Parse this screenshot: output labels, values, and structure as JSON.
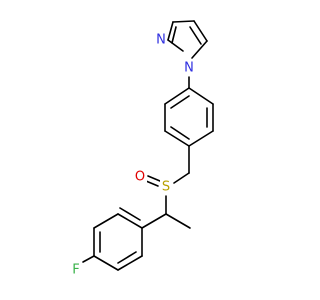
{
  "molecule": {
    "atoms": {
      "n1": {
        "symbol": "N",
        "color": "#2f2fe0"
      },
      "n2": {
        "symbol": "N",
        "color": "#2f2fe0"
      },
      "s": {
        "symbol": "S",
        "color": "#b8a000"
      },
      "o": {
        "symbol": "O",
        "color": "#e00000"
      },
      "f": {
        "symbol": "F",
        "color": "#39b24a"
      }
    },
    "bond_color": "#000000"
  }
}
